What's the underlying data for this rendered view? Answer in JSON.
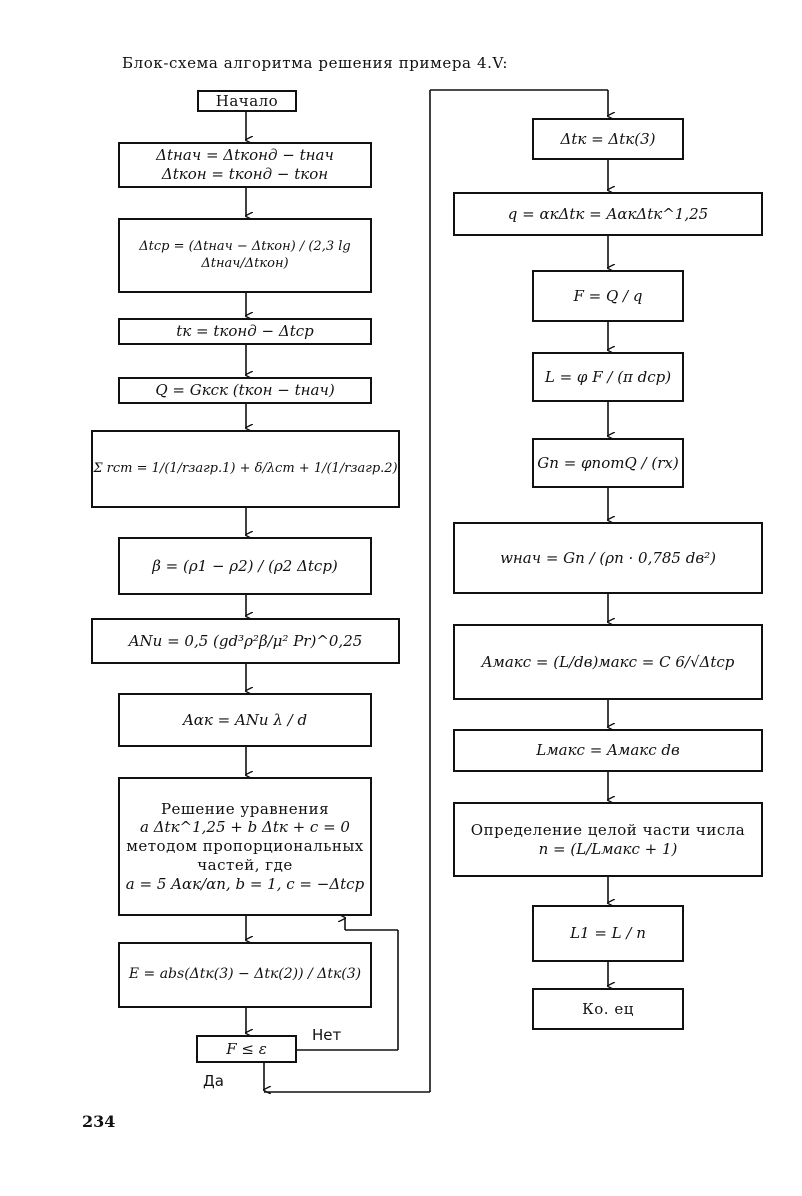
{
  "title": "Блок-схема алгоритма решения примера 4.V:",
  "page_number": "234",
  "blocks": {
    "start": "Начало",
    "b1_l1": "Δtнач = Δtконд − tнач",
    "b1_l2": "Δtкон = tконд − tкон",
    "b2": "Δtср = (Δtнач − Δtкон) / (2,3 lg Δtнач/Δtкон)",
    "b3": "tк = tконд − Δtср",
    "b4": "Q = Gкcк (tкон − tнач)",
    "b5": "Σ rст = 1/(1/rзагр.1) + δ/λст + 1/(1/rзагр.2)",
    "b6": "β = (ρ1 − ρ2) / (ρ2 Δtср)",
    "b7": "ANu = 0,5 (gd³ρ²β/μ² Pr)^0,25",
    "b8": "Aαк = ANu λ / d",
    "b9_l1": "Решение уравнения",
    "b9_l2": "a Δtк^1,25 + b Δtк + c = 0",
    "b9_l3": "методом пропорциональных",
    "b9_l4": "частей, где",
    "b9_l5": "a = 5 Aαк/αп, b = 1, c = −Δtср",
    "b10": "E = abs(Δtк(3) − Δtк(2)) / Δtк(3)",
    "b11": "F ≤ ε",
    "r1": "Δtк = Δtк(3)",
    "r2": "q = αкΔtк = AαкΔtк^1,25",
    "r3": "F = Q / q",
    "r4": "L = φ F / (π dср)",
    "r5": "Gп = φпотQ / (rx)",
    "r6": "wнач = Gп / (ρп · 0,785 dв²)",
    "r7": "Aмакс = (L/dв)макс = C 6/√Δtср",
    "r8": "Lмакс = Aмакс dв",
    "r9_l1": "Определение целой части числа",
    "r9_l2": "n = (L/Lмакс + 1)",
    "r10": "L1 = L / n",
    "end": "Ко. ец"
  },
  "labels": {
    "no": "Нет",
    "yes": "Да"
  }
}
